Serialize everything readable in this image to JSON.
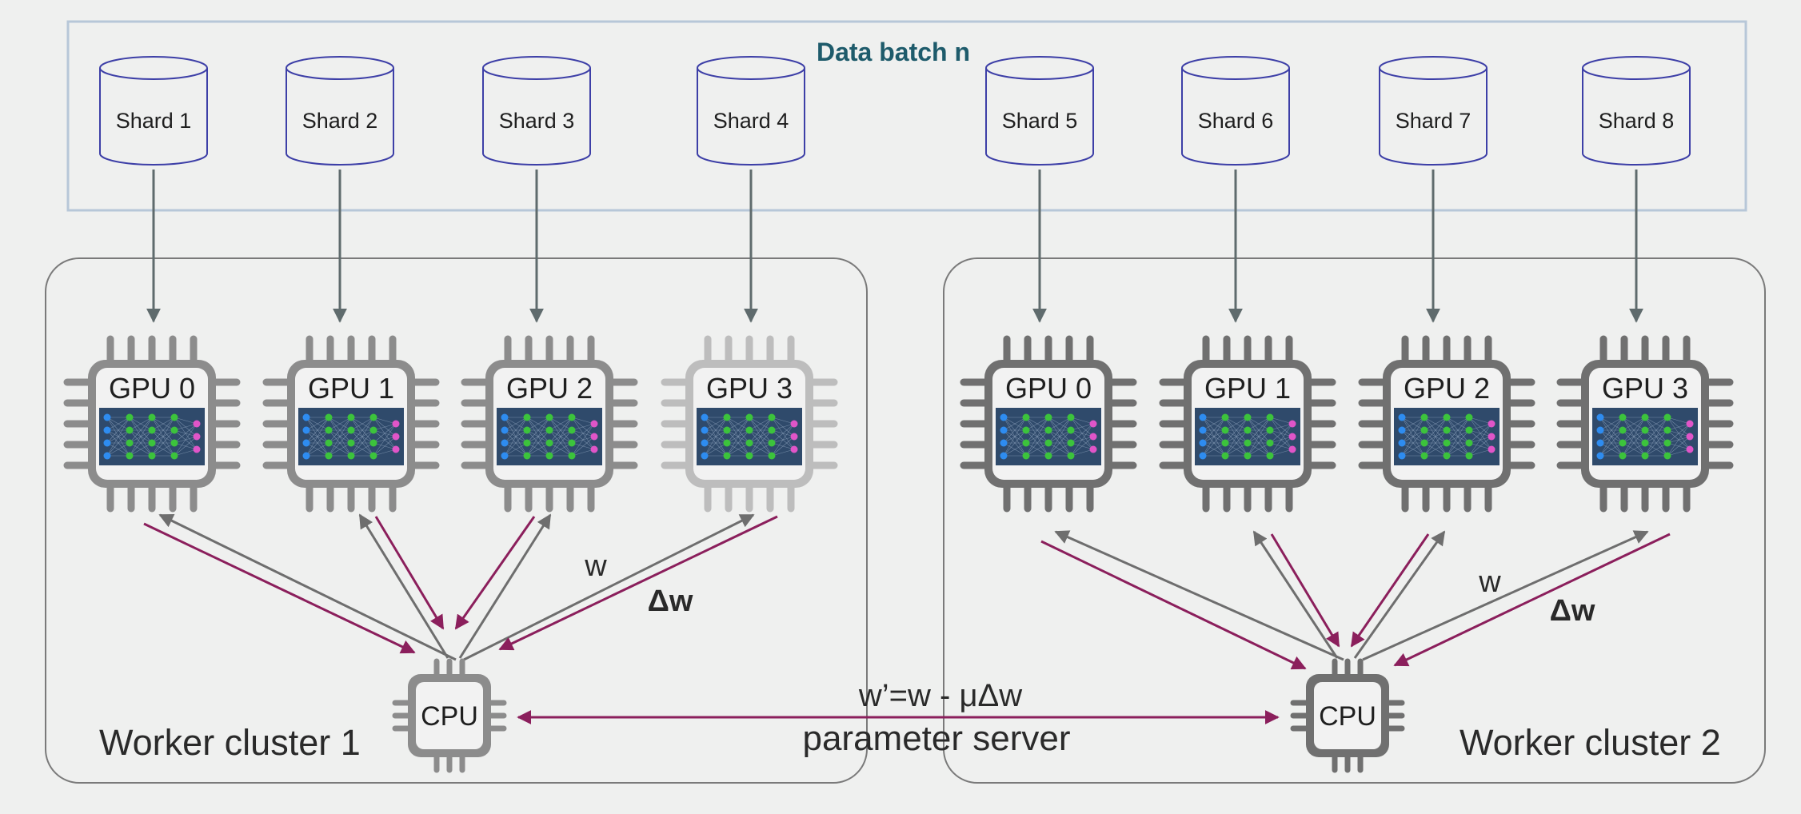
{
  "batch": {
    "title": "Data batch n"
  },
  "shards": [
    "Shard 1",
    "Shard 2",
    "Shard 3",
    "Shard 4",
    "Shard 5",
    "Shard 6",
    "Shard 7",
    "Shard 8"
  ],
  "clusters": [
    {
      "label": "Worker cluster 1",
      "gpus": [
        "GPU 0",
        "GPU 1",
        "GPU 2",
        "GPU 3"
      ],
      "cpu": "CPU",
      "w_label": "w",
      "dw_label": "Δw"
    },
    {
      "label": "Worker cluster 2",
      "gpus": [
        "GPU 0",
        "GPU 1",
        "GPU 2",
        "GPU 3"
      ],
      "cpu": "CPU",
      "w_label": "w",
      "dw_label": "Δw"
    }
  ],
  "parameter_server": {
    "formula": "w’=w - μΔw",
    "label": "parameter server"
  },
  "colors": {
    "background": "#eff0ef",
    "batch_title": "#1e5b6b",
    "shard_stroke": "#3d3fa7",
    "batch_border": "#b7c7d8",
    "shard_arrow": "#5f6b6d",
    "w_arrow": "#6e6e6e",
    "dw_arrow": "#8b1f5c",
    "chip_dark": "#707070",
    "chip_medium": "#8c8c8c",
    "chip_light": "#bdbdbd",
    "panel": "#2f4a6b",
    "node_input": "#2e8cf0",
    "node_hidden": "#3cc33c",
    "node_output": "#e055c8"
  }
}
